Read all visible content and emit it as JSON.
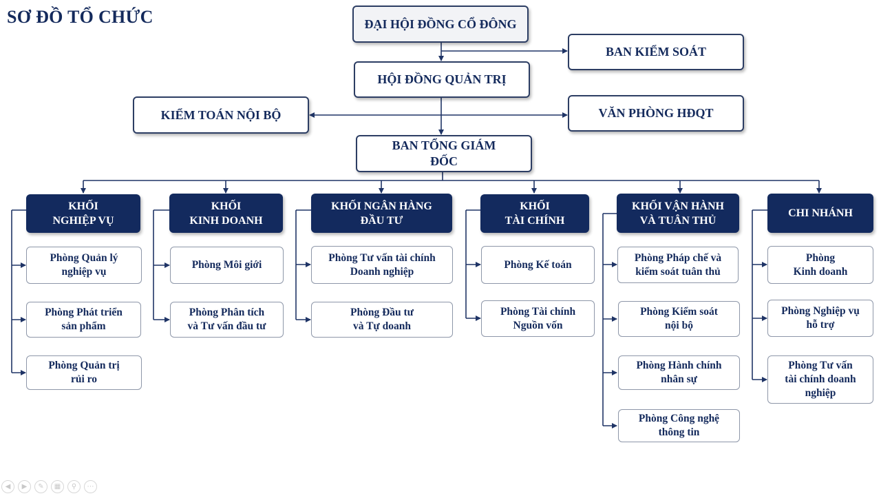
{
  "title": "SƠ ĐỒ TỔ CHỨC",
  "top_level": {
    "shareholders": "ĐẠI HỘI ĐỒNG CỔ ĐÔNG",
    "supervisory": "BAN KIỂM SOÁT",
    "board": "HỘI ĐỒNG QUẢN TRỊ",
    "internal_audit": "KIỂM TOÁN NỘI BỘ",
    "board_office": "VĂN PHÒNG HĐQT",
    "executive": "BAN TỔNG GIÁM\nĐỐC"
  },
  "blocks": [
    {
      "name": "KHỐI\nNGHIỆP VỤ",
      "departments": [
        "Phòng Quản lý\nnghiệp vụ",
        "Phòng Phát triển\nsản phẩm",
        "Phòng Quản trị\nrủi ro"
      ]
    },
    {
      "name": "KHỐI\nKINH DOANH",
      "departments": [
        "Phòng Môi giới",
        "Phòng Phân tích\nvà Tư vấn đầu tư"
      ]
    },
    {
      "name": "KHỐI NGÂN HÀNG\nĐẦU TƯ",
      "departments": [
        "Phòng Tư vấn tài chính\nDoanh nghiệp",
        "Phòng Đầu tư\nvà Tự doanh"
      ]
    },
    {
      "name": "KHỐI\nTÀI CHÍNH",
      "departments": [
        "Phòng Kế toán",
        "Phòng Tài chính\nNguồn vốn"
      ]
    },
    {
      "name": "KHỐI VẬN HÀNH\nVÀ TUÂN THỦ",
      "departments": [
        "Phòng Pháp chế và\nkiểm soát tuân thủ",
        "Phòng Kiểm soát\nnội bộ",
        "Phòng Hành chính\nnhân sự",
        "Phòng Công nghệ\nthông tin"
      ]
    },
    {
      "name": "CHI NHÁNH",
      "departments": [
        "Phòng\nKinh doanh",
        "Phòng Nghiệp vụ\nhỗ trợ",
        "Phòng Tư vấn\ntài chính doanh\nnghiệp"
      ]
    }
  ],
  "toolbar_icons": [
    "prev-icon",
    "next-icon",
    "pen-icon",
    "slides-icon",
    "zoom-icon",
    "more-icon"
  ],
  "colors": {
    "navy": "#132a5e",
    "line": "#1f3466"
  }
}
